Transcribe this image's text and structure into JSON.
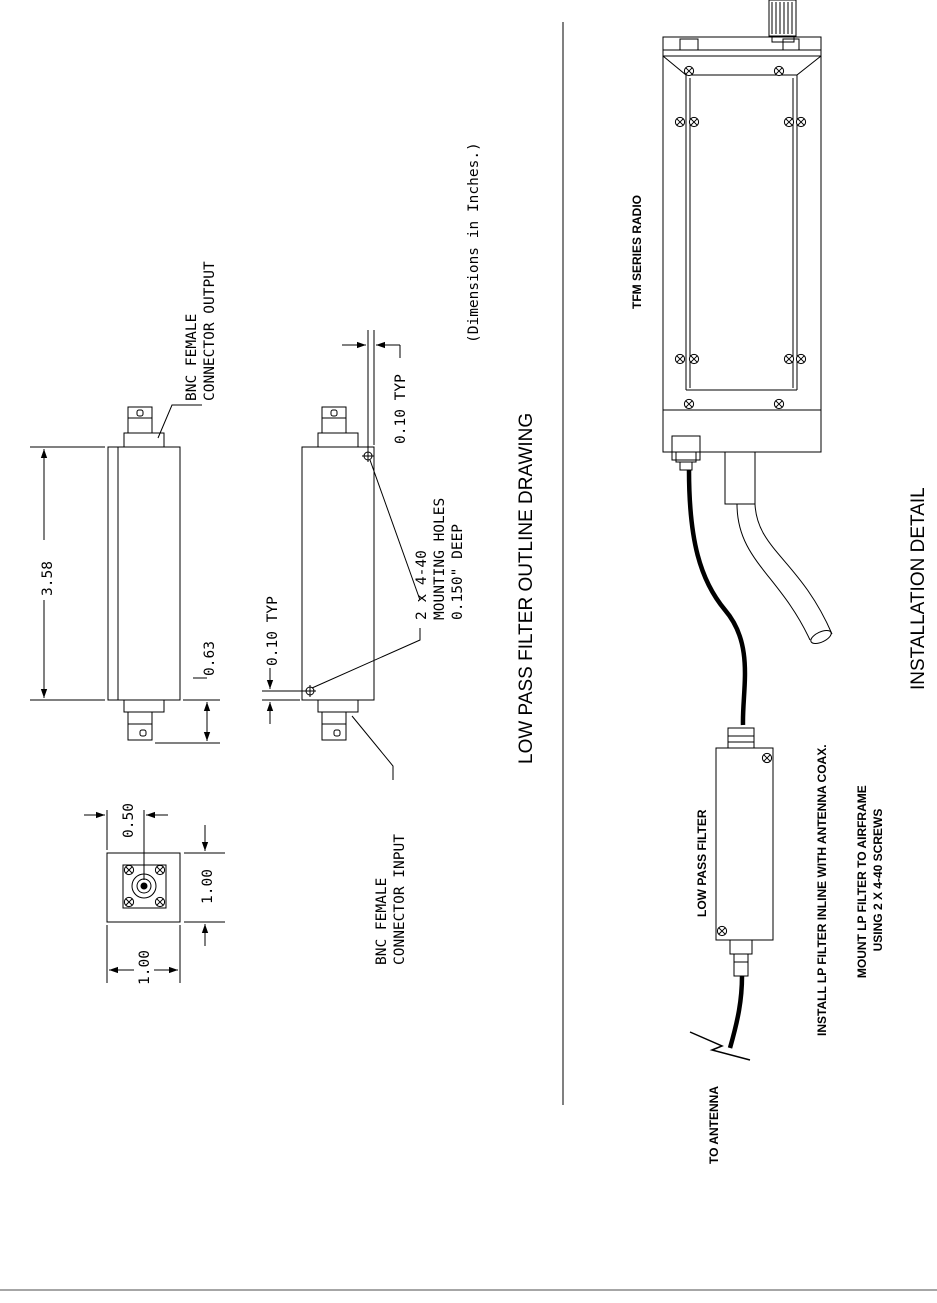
{
  "outline": {
    "title": "LOW PASS FILTER OUTLINE DRAWING",
    "dimensions_note": "(Dimensions in Inches.)",
    "end_view": {
      "width_label": "1.00",
      "height_label": "1.00",
      "offset_label": "0.50"
    },
    "side_view": {
      "length_label": "3.58",
      "thickness_label": "0.63",
      "output_label_line1": "BNC FEMALE",
      "output_label_line2": "CONNECTOR OUTPUT"
    },
    "top_view": {
      "typ_left": "0.10 TYP",
      "typ_right": "0.10 TYP",
      "holes_line1": "2 x 4-40",
      "holes_line2": "MOUNTING HOLES",
      "holes_line3": "0.150\" DEEP",
      "input_label_line1": "BNC FEMALE",
      "input_label_line2": "CONNECTOR INPUT"
    }
  },
  "installation": {
    "title": "INSTALLATION DETAIL",
    "radio_label": "TFM SERIES RADIO",
    "filter_label": "LOW PASS FILTER",
    "antenna_label": "TO ANTENNA",
    "note1": "INSTALL LP FILTER INLINE WITH ANTENNA COAX.",
    "note2_line1": "MOUNT LP FILTER TO AIRFRAME",
    "note2_line2": "USING 2 X  4-40 SCREWS"
  }
}
